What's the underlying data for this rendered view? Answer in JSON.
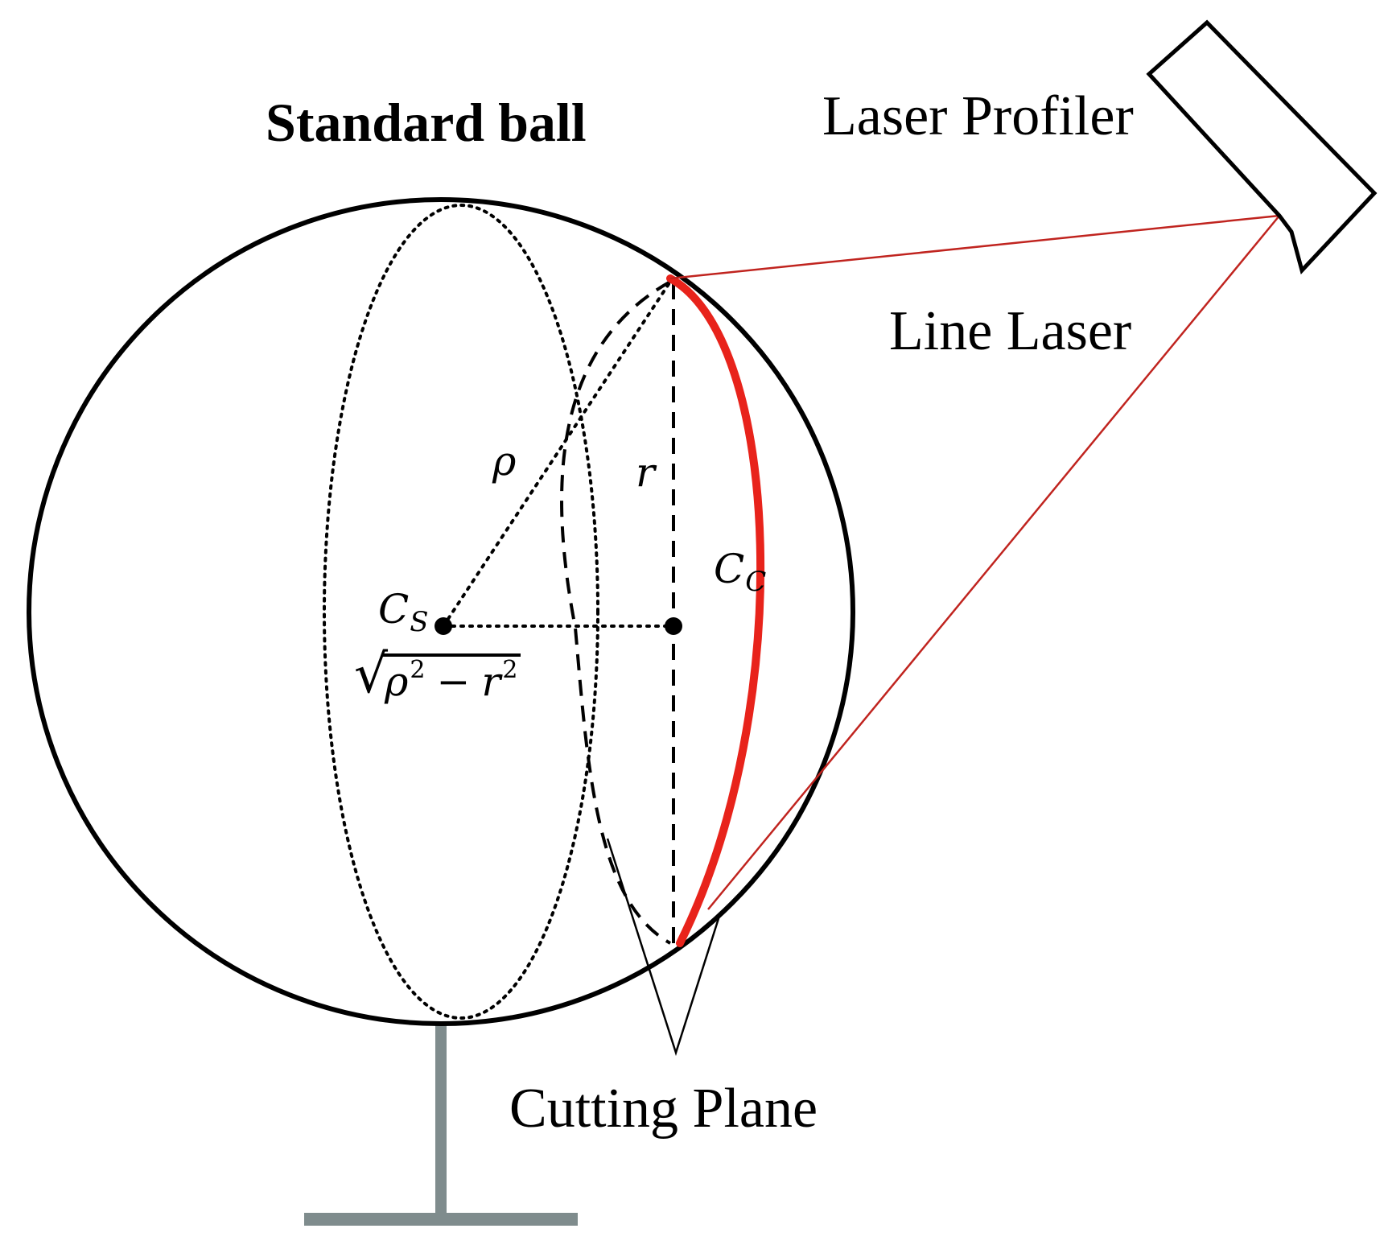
{
  "labels": {
    "title": "Standard ball",
    "laser_profiler": "Laser Profiler",
    "line_laser": "Line Laser",
    "cutting_plane": "Cutting Plane",
    "rho": "ρ",
    "r": "r",
    "cs_main": "C",
    "cs_sub": "S",
    "cc_main": "C",
    "cc_sub": "C",
    "sqrt_sign": "√",
    "sqrt_rho": "ρ",
    "sqrt_exp1": "2",
    "sqrt_minus": "−",
    "sqrt_r": "r",
    "sqrt_exp2": "2"
  },
  "colors": {
    "outline": "#000000",
    "laser": "#e8231b",
    "stand": "#7f8c8d"
  }
}
